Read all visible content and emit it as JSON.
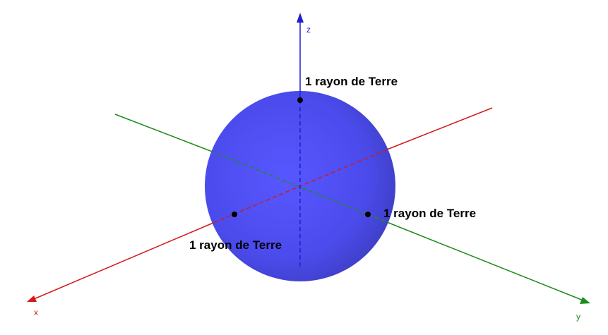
{
  "colors": {
    "x_axis": "#d21a1a",
    "y_axis": "#1e8c1e",
    "z_axis": "#1f1fcc",
    "sphere": "#4d4df0",
    "background": "#ffffff"
  },
  "axes": {
    "x_label": "x",
    "y_label": "y",
    "z_label": "z"
  },
  "labels": {
    "z_point": "1 rayon de Terre",
    "y_point": "1 rayon de Terre",
    "x_point": "1 rayon de Terre"
  }
}
